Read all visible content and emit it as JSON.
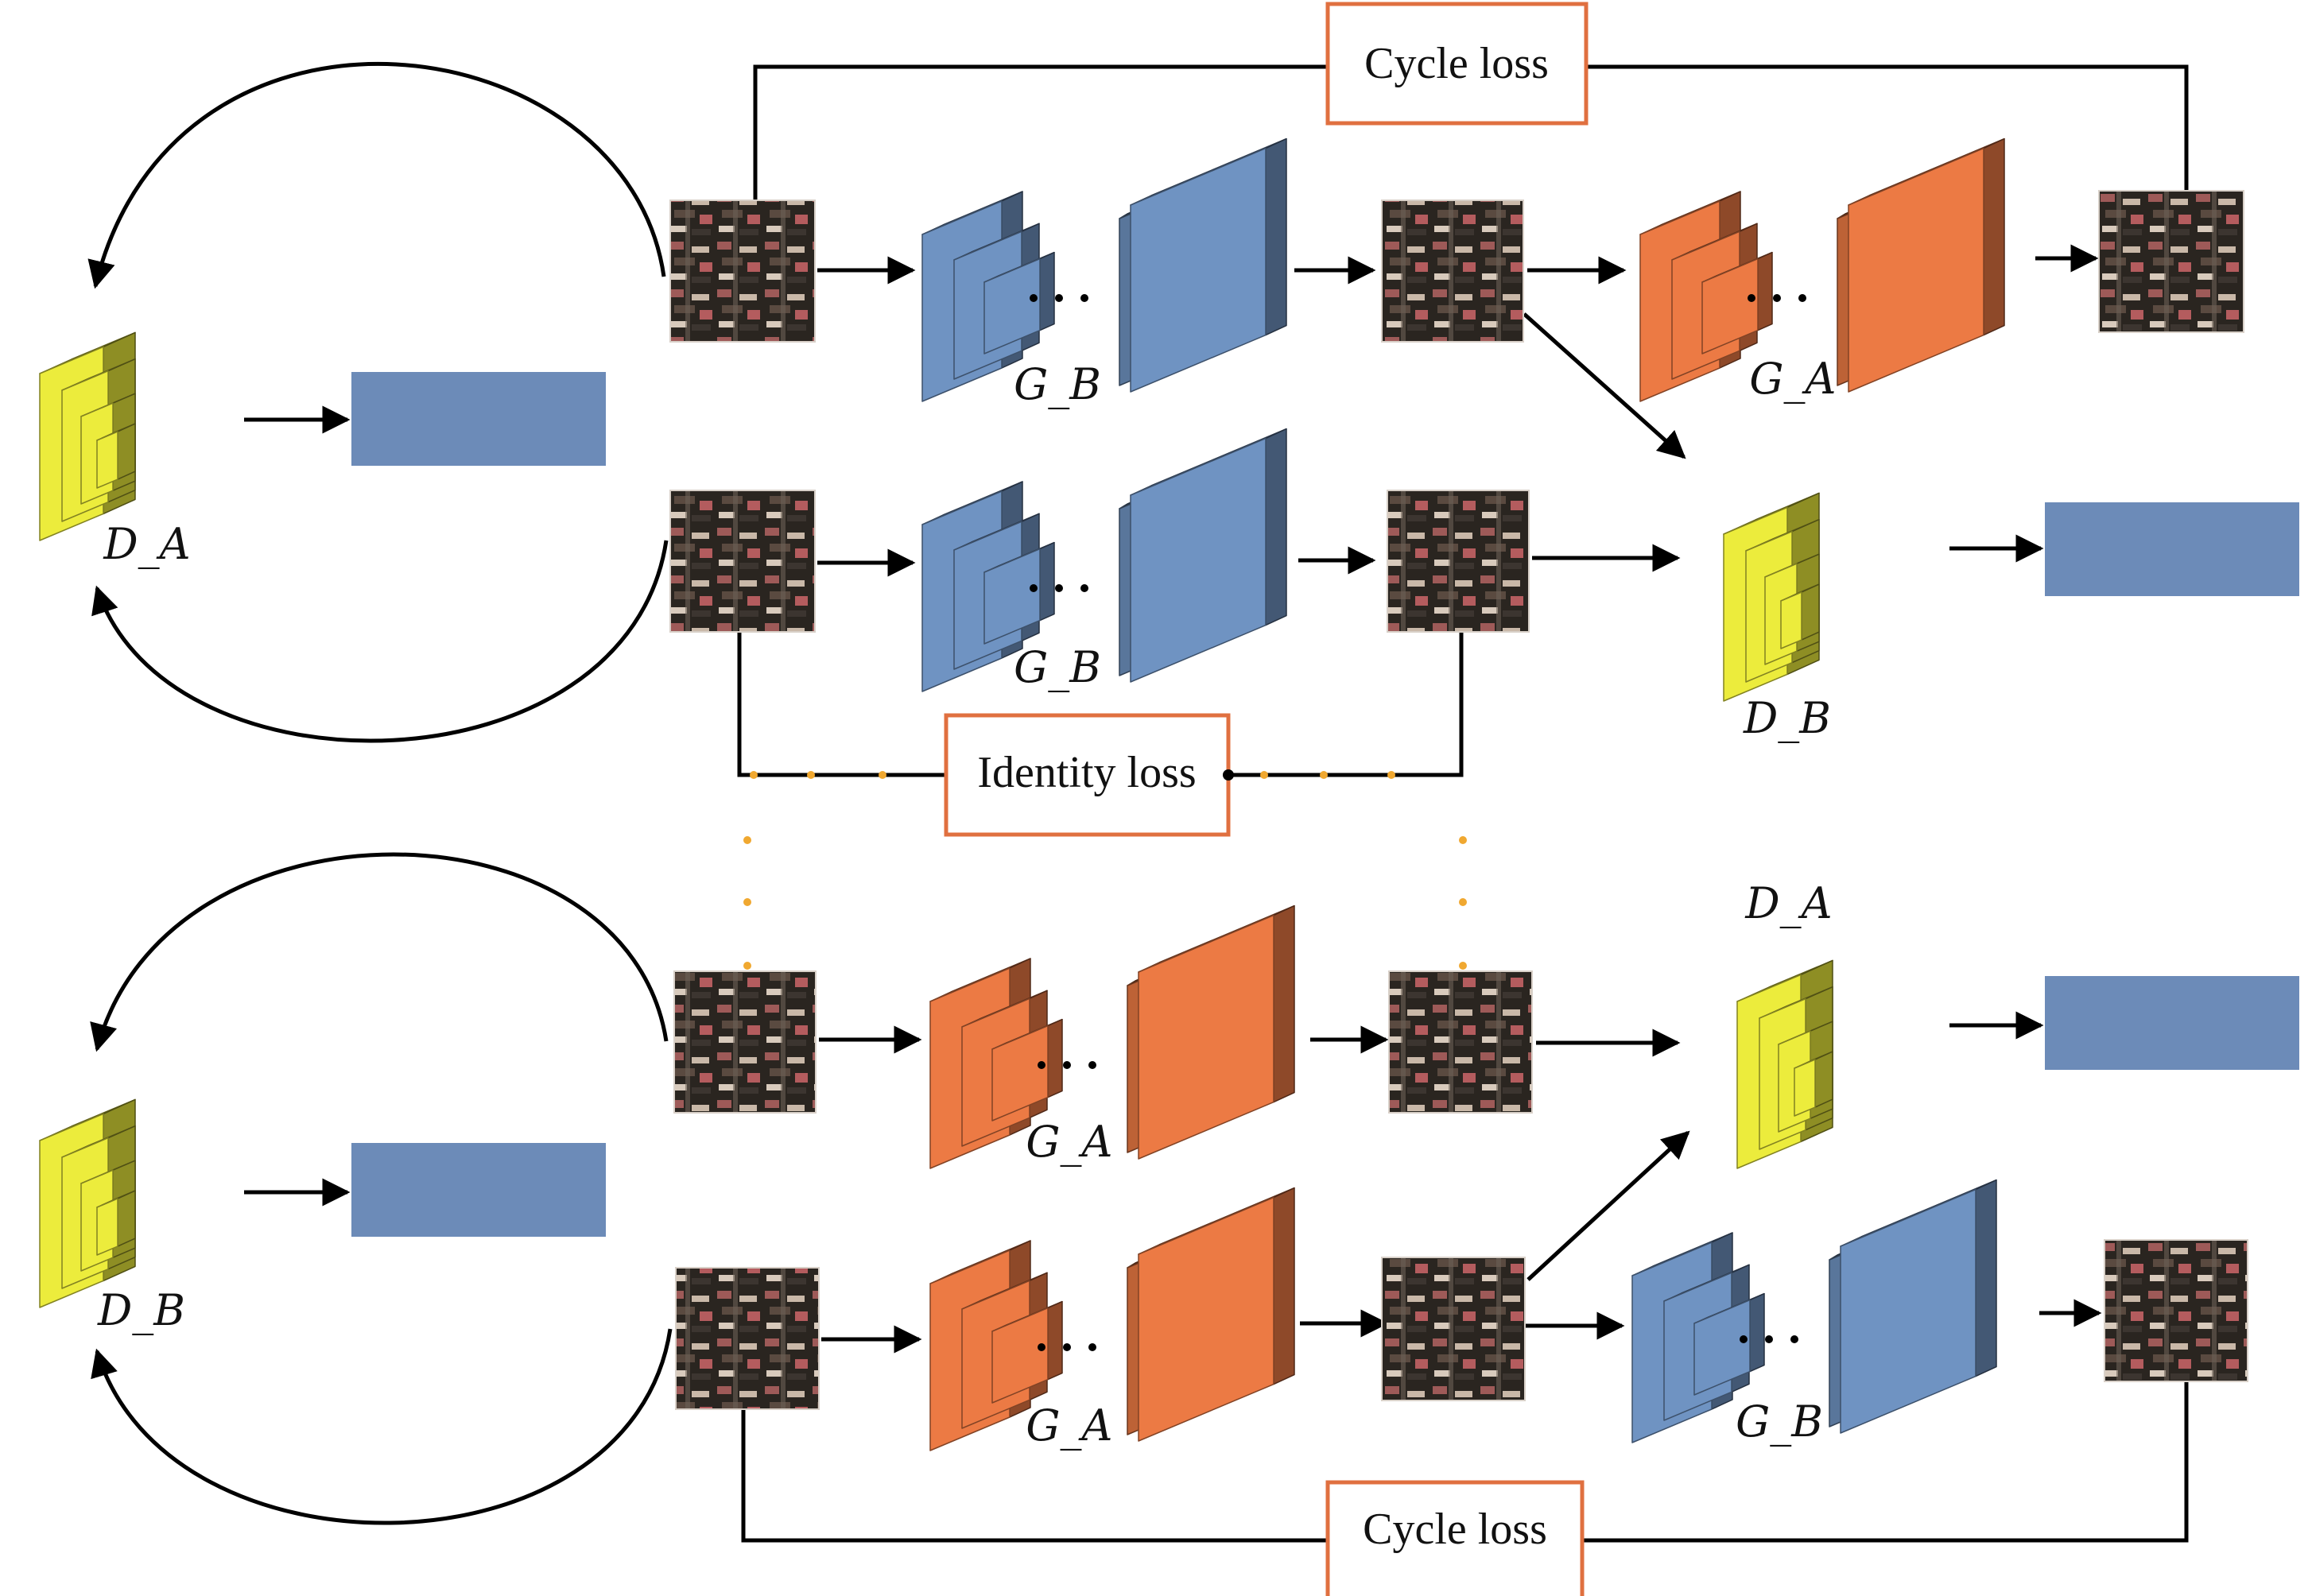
{
  "labels": {
    "cycle_loss_top": "Cycle loss",
    "cycle_loss_bottom": "Cycle loss",
    "identity_loss": "Identity loss",
    "d_a_left": "D_A",
    "d_b_left": "D_B",
    "d_b_right": "D_B",
    "d_a_right": "D_A",
    "gen_row1_left": "G_B",
    "gen_row1_right": "G_A",
    "gen_row2": "G_B",
    "gen_row3": "G_A",
    "gen_row4_left": "G_A",
    "gen_row4_right": "G_B"
  },
  "colors": {
    "blue": "#6f93c2",
    "orange": "#ec7a44",
    "yellow": "#ecec3c",
    "output_block": "#6c8bb8",
    "loss_box_border": "#e07040",
    "dotted": "#f0a830",
    "line": "#000000"
  }
}
